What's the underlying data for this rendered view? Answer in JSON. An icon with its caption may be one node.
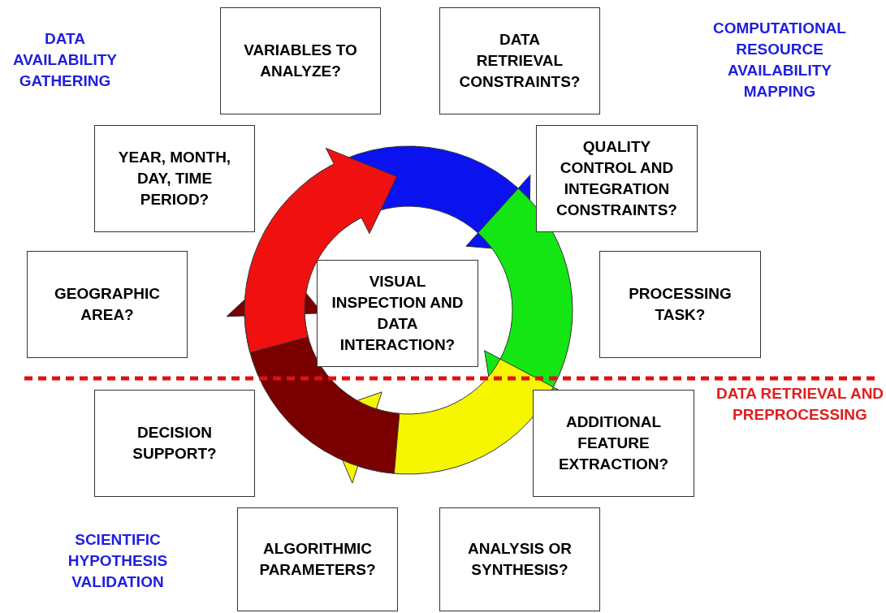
{
  "diagram": {
    "nodes": [
      {
        "text": [
          "VARIABLES TO ANALYZE?"
        ]
      },
      {
        "text": [
          "DATA RETRIEVAL CONSTRAINTS?"
        ]
      },
      {
        "text": [
          "YEAR, MONTH, DAY, TIME PERIOD?"
        ]
      },
      {
        "text": [
          "QUALITY CONTROL AND INTEGRATION CONSTRAINTS?"
        ]
      },
      {
        "text": [
          "GEOGRAPHIC AREA?"
        ]
      },
      {
        "text": [
          "VISUAL INSPECTION AND DATA INTERACTION?"
        ]
      },
      {
        "text": [
          "PROCESSING TASK?"
        ]
      },
      {
        "text": [
          "DECISION SUPPORT?"
        ]
      },
      {
        "text": [
          "ADDITIONAL FEATURE EXTRACTION?"
        ]
      },
      {
        "text": [
          "ALGORITHMIC PARAMETERS?"
        ]
      },
      {
        "text": [
          "ANALYSIS OR SYNTHESIS?"
        ]
      }
    ],
    "labels": [
      "DATA AVAILABILITY GATHERING",
      "COMPUTATIONAL RESOURCE AVAILABILITY MAPPING",
      "DATA RETRIEVAL AND PREPROCESSING",
      "SCIENTIFIC HYPOTHESIS VALIDATION"
    ]
  }
}
